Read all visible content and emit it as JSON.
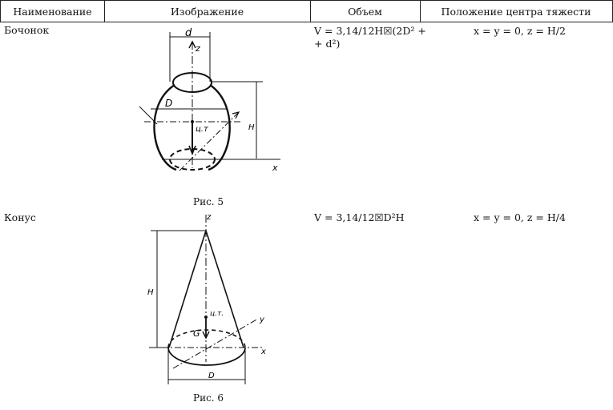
{
  "table": {
    "headers": [
      "Наименование",
      "Изображение",
      "Объем",
      "Положение центра тяжести"
    ],
    "rows": [
      {
        "name": "Бочонок",
        "volume_line1": "V = 3,14/12H☒(2D² +",
        "volume_line2": "+ d²)",
        "center": "x = y = 0, z = H/2",
        "caption": "Рис. 5",
        "labels": {
          "d": "d",
          "z": "z",
          "D": "D",
          "ct": "ц.т",
          "H": "H",
          "x": "x"
        }
      },
      {
        "name": "Конус",
        "volume_line1": "V = 3,14/12☒D²H",
        "center": "x = y = 0, z = H/4",
        "caption": "Рис. 6",
        "labels": {
          "z": "z",
          "H": "H",
          "ct": "ц.т.",
          "G": "G",
          "y": "y",
          "x": "x",
          "D": "D"
        }
      }
    ]
  }
}
